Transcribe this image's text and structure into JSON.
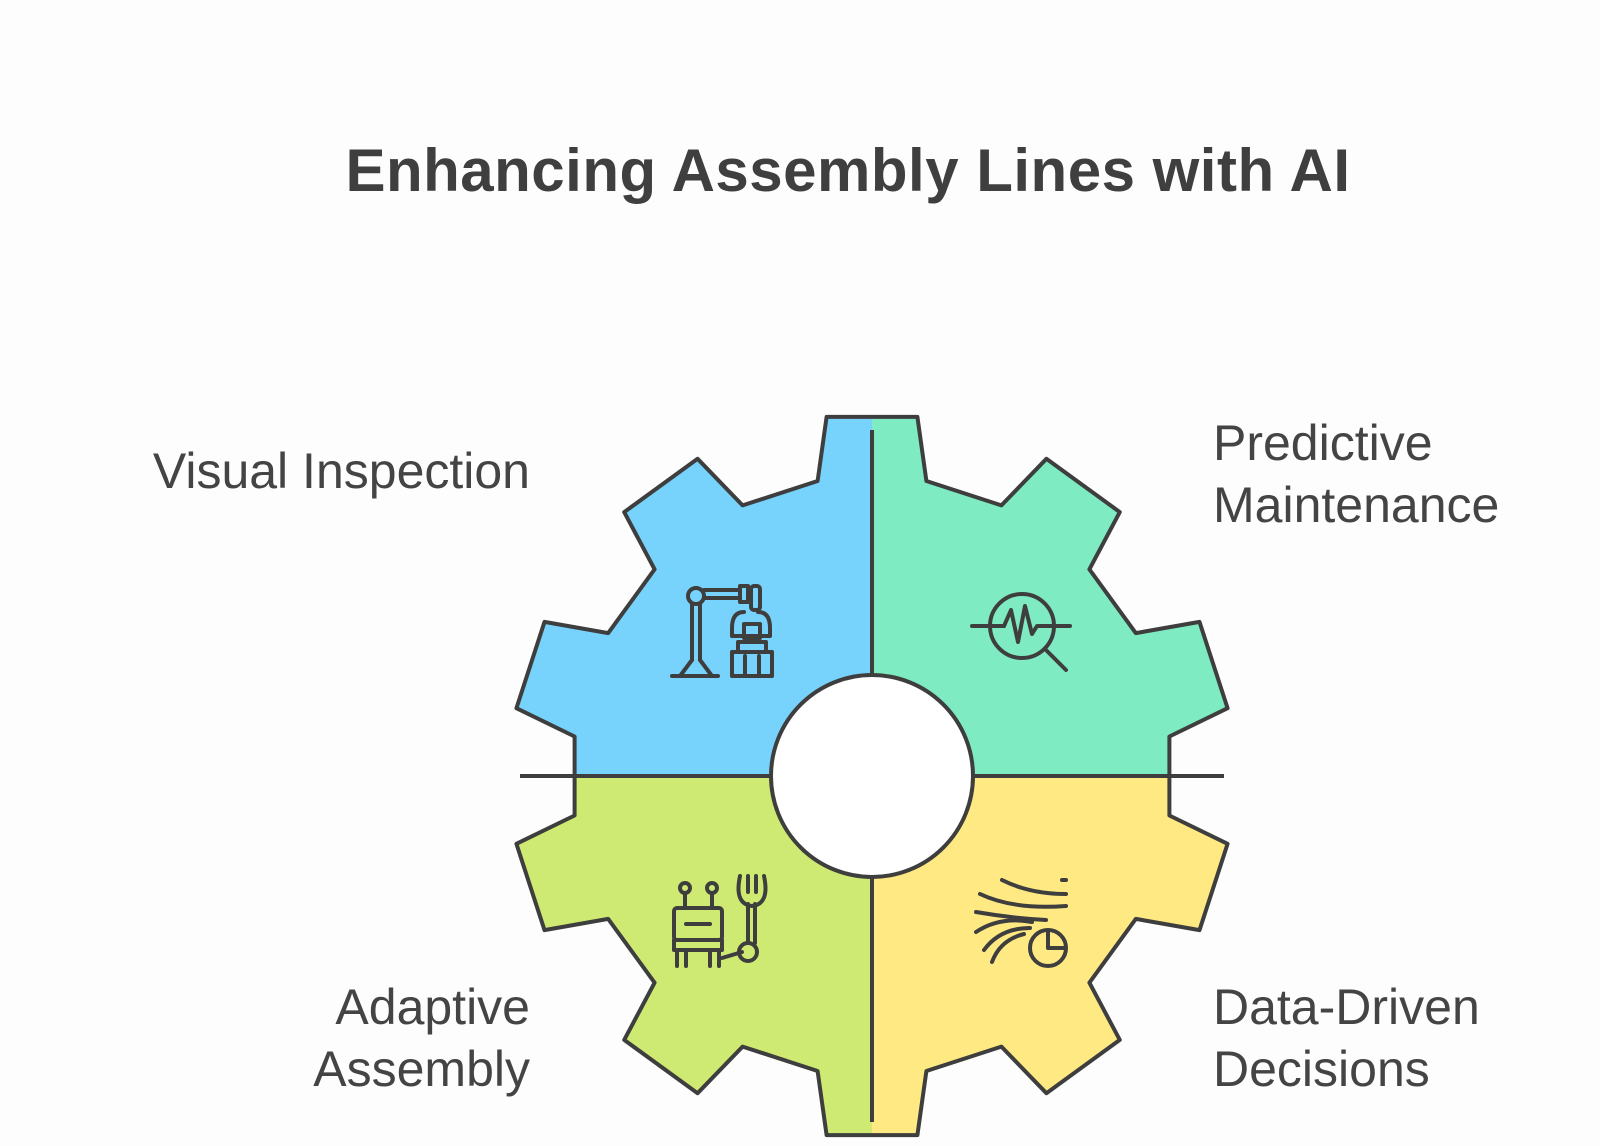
{
  "title": "Enhancing Assembly Lines with AI",
  "colors": {
    "visual_inspection": "#77d3fb",
    "predictive_maintenance": "#7eebc2",
    "adaptive_assembly": "#cfea73",
    "data_driven_decisions": "#ffe983",
    "outline": "#3e3e3e",
    "center": "#ffffff"
  },
  "segments": [
    {
      "id": "visual_inspection",
      "label_lines": [
        "Visual Inspection"
      ],
      "icon": "robotic-arm-inspection-icon"
    },
    {
      "id": "predictive_maintenance",
      "label_lines": [
        "Predictive",
        "Maintenance"
      ],
      "icon": "pulse-magnifier-icon"
    },
    {
      "id": "adaptive_assembly",
      "label_lines": [
        "Adaptive",
        "Assembly"
      ],
      "icon": "robot-wrench-icon"
    },
    {
      "id": "data_driven_decisions",
      "label_lines": [
        "Data-Driven",
        "Decisions"
      ],
      "icon": "data-stream-pie-icon"
    }
  ]
}
